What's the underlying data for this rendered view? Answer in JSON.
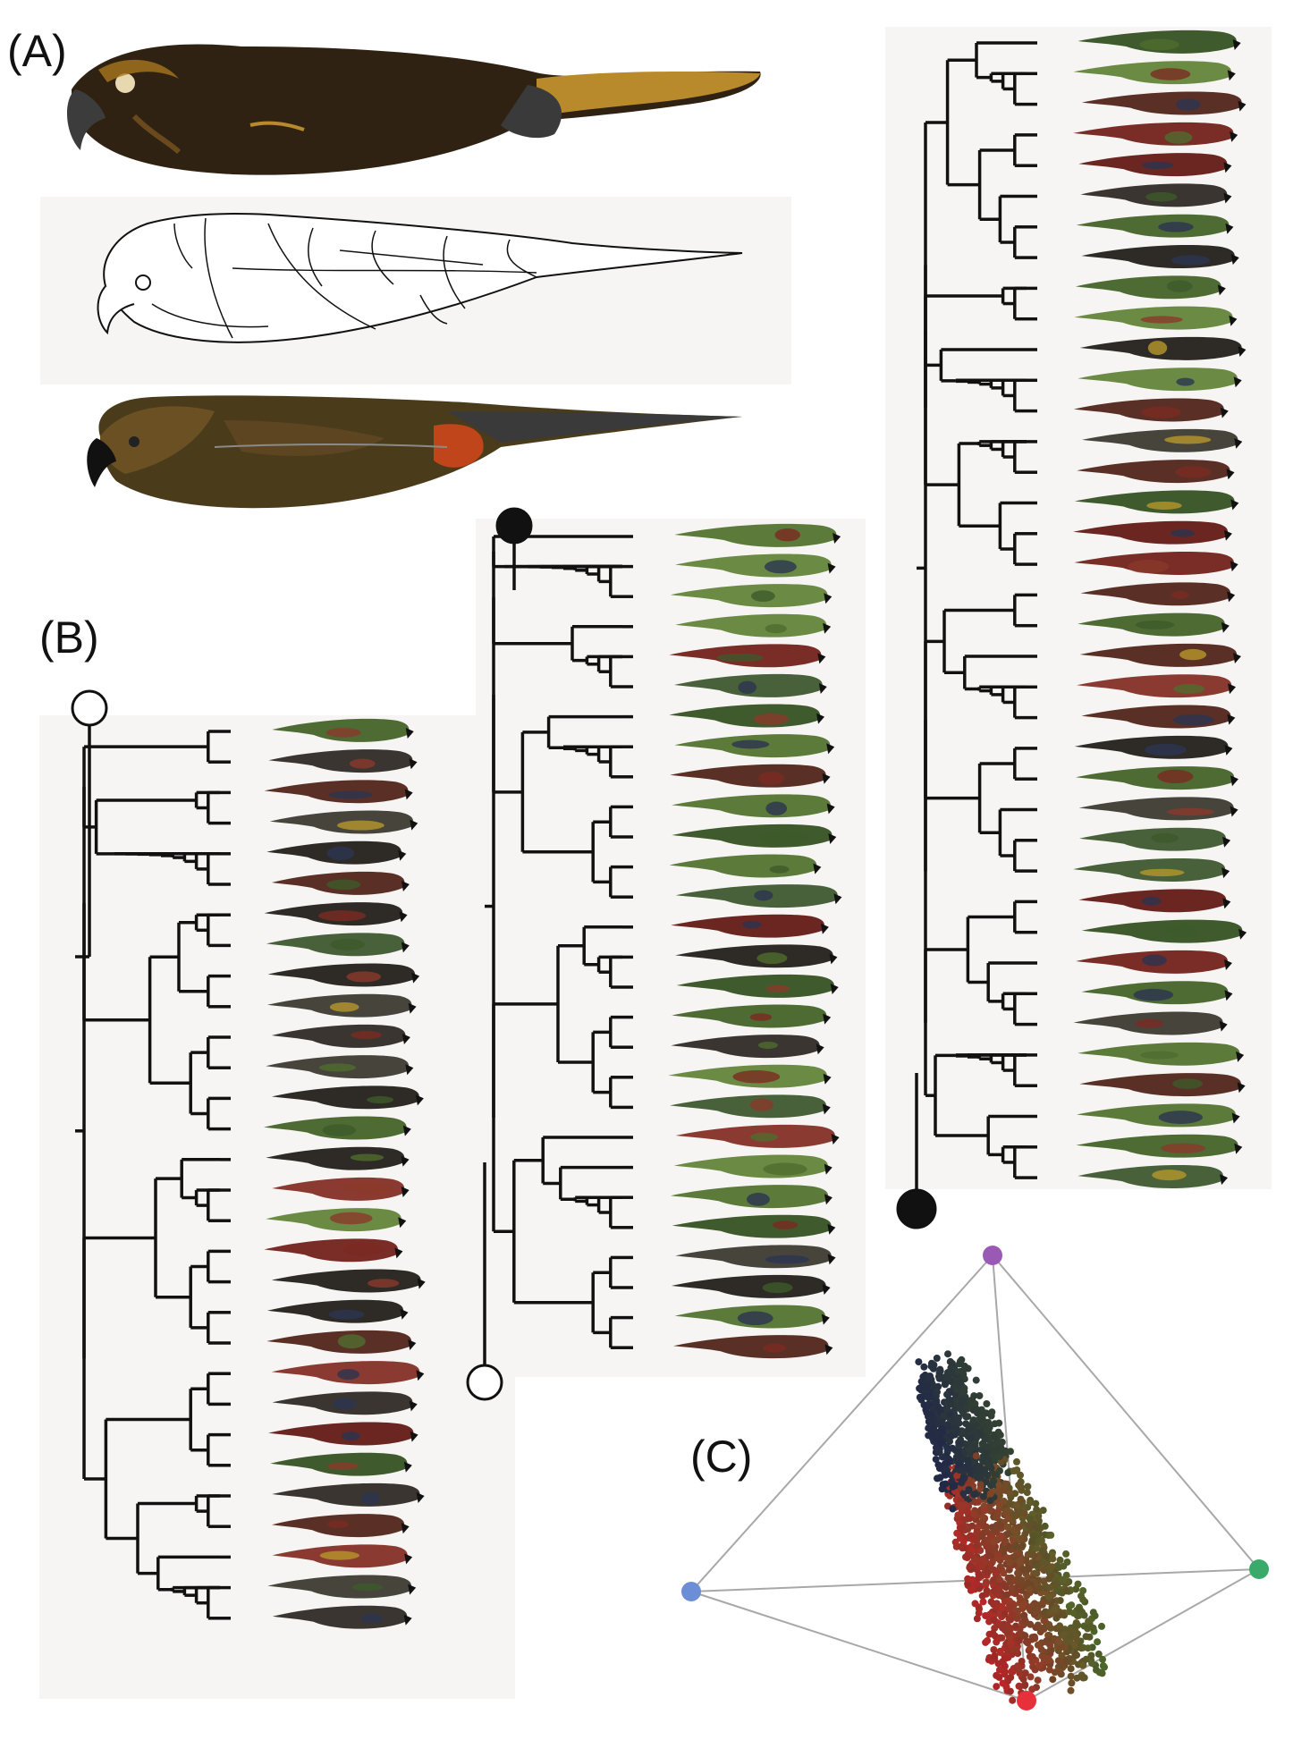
{
  "panels": {
    "a": {
      "label": "(A)"
    },
    "b": {
      "label": "(B)"
    },
    "c": {
      "label": "(C)"
    }
  },
  "colors": {
    "panel_bg": "#f7f5f3",
    "tree_line": "#111111",
    "tetra_edge": "#a8a8a8",
    "vertex_uv": "#9b59b6",
    "vertex_blue": "#6b8ed6",
    "vertex_green": "#3aaa6a",
    "vertex_red": "#e8303a"
  },
  "trees": [
    {
      "id": "tree-left",
      "tips": 30,
      "root_marker": "open"
    },
    {
      "id": "tree-middle",
      "tips": 28,
      "root_marker": "filled",
      "base_marker": "open"
    },
    {
      "id": "tree-right",
      "tips": 38,
      "base_marker": "filled"
    }
  ]
}
